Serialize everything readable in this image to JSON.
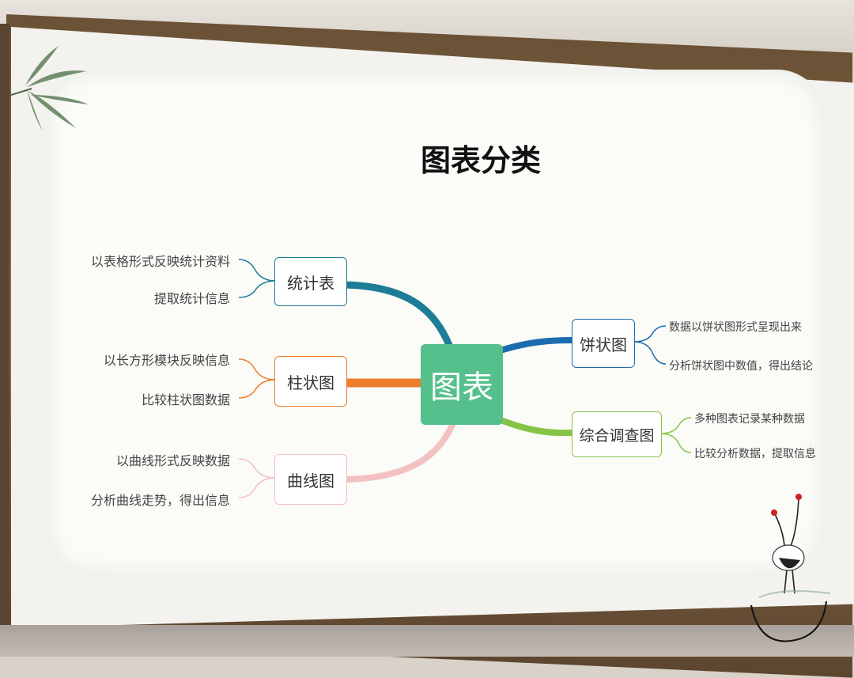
{
  "title": "图表分类",
  "center": "图表",
  "branches": [
    {
      "label": "统计表",
      "color": "#1e7d96",
      "leaves": [
        "以表格形式反映统计资料",
        "提取统计信息"
      ]
    },
    {
      "label": "柱状图",
      "color": "#ee7d2c",
      "leaves": [
        "以长方形模块反映信息",
        "比较柱状图数据"
      ]
    },
    {
      "label": "曲线图",
      "color": "#f3c1c1",
      "leaves": [
        "以曲线形式反映数据",
        "分析曲线走势，得出信息"
      ]
    },
    {
      "label": "饼状图",
      "color": "#1c6cb0",
      "leaves": [
        "数据以饼状图形式呈现出来",
        "分析饼状图中数值，得出结论"
      ]
    },
    {
      "label": "综合调查图",
      "color": "#86c447",
      "leaves": [
        "多种图表记录某种数据",
        "比较分析数据，提取信息"
      ]
    }
  ],
  "colors": {
    "center": "#55c08c",
    "panel": "#fbfbf8",
    "frame": "#7a5c3e"
  },
  "decorations": [
    "bamboo-leaves",
    "crane-illustration"
  ]
}
